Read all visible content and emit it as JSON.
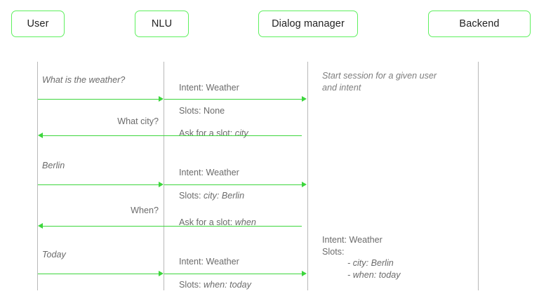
{
  "diagram": {
    "title": "Dialog system sequence diagram",
    "accent_color": "#3dd63d",
    "box_border_color": "#5ef05e",
    "lifeline_color": "#b8b8b8",
    "text_color": "#6b6b6b",
    "participants": [
      {
        "id": "user",
        "label": "User"
      },
      {
        "id": "nlu",
        "label": "NLU"
      },
      {
        "id": "dm",
        "label": "Dialog manager"
      },
      {
        "id": "backend",
        "label": "Backend"
      }
    ],
    "messages": [
      {
        "from": "user",
        "to": "nlu",
        "direction": "right",
        "label": "What is the weather?",
        "label_style": "italic",
        "align": "left"
      },
      {
        "from": "nlu",
        "to": "dm",
        "direction": "right",
        "label_line1": "Intent: Weather",
        "label_line2_prefix": "Slots: ",
        "label_line2_value": "None",
        "align": "left"
      },
      {
        "from": "dm",
        "to": "user",
        "direction": "left",
        "label": "What city?",
        "label_style": "normal",
        "align": "right"
      },
      {
        "from": "dm",
        "to": "nlu",
        "direction": "left",
        "label_prefix": "Ask for a slot: ",
        "label_value": "city",
        "align": "left"
      },
      {
        "from": "user",
        "to": "nlu",
        "direction": "right",
        "label": "Berlin",
        "label_style": "italic",
        "align": "left"
      },
      {
        "from": "nlu",
        "to": "dm",
        "direction": "right",
        "label_line1": "Intent: Weather",
        "label_line2_prefix": "Slots: ",
        "label_line2_value": "city: Berlin",
        "align": "left"
      },
      {
        "from": "dm",
        "to": "user",
        "direction": "left",
        "label": "When?",
        "label_style": "normal",
        "align": "right"
      },
      {
        "from": "dm",
        "to": "nlu",
        "direction": "left",
        "label_prefix": "Ask for a slot: ",
        "label_value": "when",
        "align": "left"
      },
      {
        "from": "user",
        "to": "nlu",
        "direction": "right",
        "label": "Today",
        "label_style": "italic",
        "align": "left"
      },
      {
        "from": "nlu",
        "to": "dm",
        "direction": "right",
        "label_line1": "Intent: Weather",
        "label_line2_prefix": "Slots: ",
        "label_line2_value": "when: today",
        "align": "left"
      }
    ],
    "notes": [
      {
        "id": "start-session",
        "line1": "Start session for a given user",
        "line2": "and intent"
      }
    ],
    "backend_block": {
      "line1": "Intent: Weather",
      "line2": "Slots:",
      "line3": "- city: Berlin",
      "line4": "- when: today"
    }
  }
}
